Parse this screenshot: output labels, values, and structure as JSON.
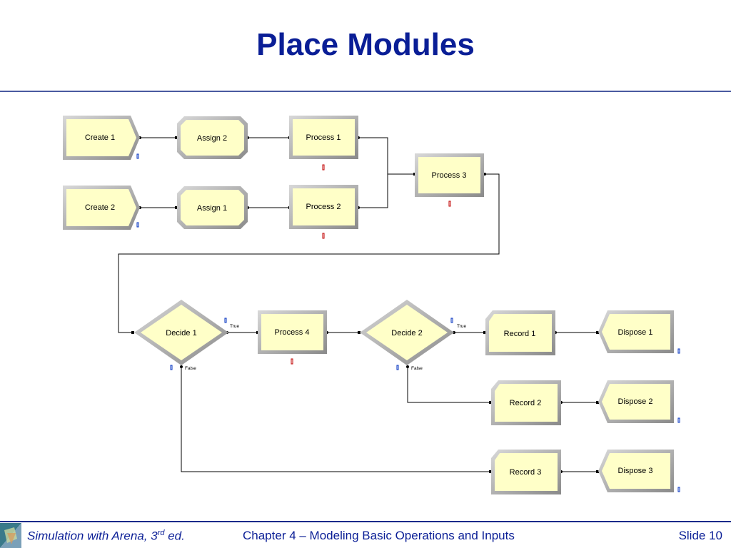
{
  "title": "Place Modules",
  "footer": {
    "book_prefix": "Simulation with Arena, 3",
    "book_sup": "rd",
    "book_suffix": " ed.",
    "chapter": "Chapter 4 – Modeling Basic Operations and Inputs",
    "slide": "Slide 10"
  },
  "modules": {
    "create1": "Create 1",
    "create2": "Create 2",
    "assign2": "Assign 2",
    "assign1": "Assign 1",
    "process1": "Process 1",
    "process2": "Process 2",
    "process3": "Process 3",
    "decide1": "Decide 1",
    "process4": "Process 4",
    "decide2": "Decide 2",
    "record1": "Record 1",
    "record2": "Record 2",
    "record3": "Record 3",
    "dispose1": "Dispose 1",
    "dispose2": "Dispose 2",
    "dispose3": "Dispose 3"
  },
  "branch_labels": {
    "true1": "True",
    "false1": "False",
    "true2": "True",
    "false2": "False"
  },
  "colors": {
    "module_fill": "#ffffc8",
    "module_border": "#a0a0a0",
    "title": "#0a1e96",
    "indicator_red": "#c00000",
    "indicator_blue": "#0030c0"
  }
}
